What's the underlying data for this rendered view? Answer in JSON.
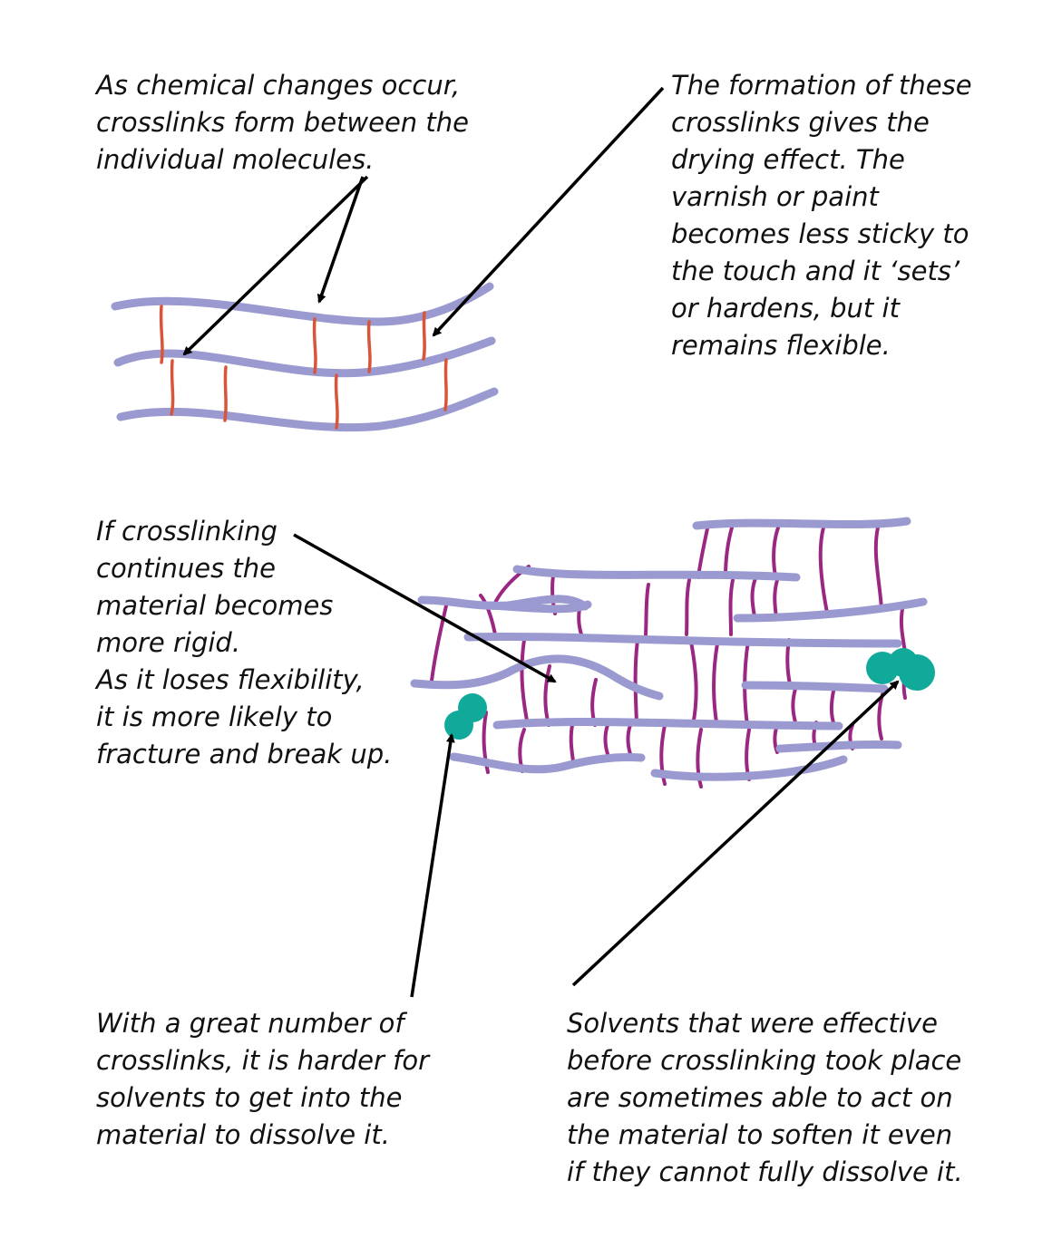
{
  "colors": {
    "molecule": "#9a9ad0",
    "crosslink_early": "#d9553a",
    "crosslink_dense": "#9a2882",
    "solvent": "#11a99a",
    "arrow": "#000000"
  },
  "captions": {
    "crosslinks_form": "As chemical changes occur,\ncrosslinks form between the\nindividual molecules.",
    "drying_effect": "The formation of these\ncrosslinks gives the\ndrying effect. The\nvarnish or paint\nbecomes less sticky to\nthe touch and it ‘sets’\nor hardens, but it\nremains flexible.",
    "more_rigid": "If crosslinking\ncontinues the\nmaterial becomes\nmore rigid.\nAs it loses flexibility,\nit is more likely to\nfracture and break up.",
    "harder_to_dissolve": "With a great number of\ncrosslinks, it is harder for\nsolvents to get into the\nmaterial to dissolve it.",
    "solvents_soften": "Solvents that were effective\nbefore crosslinking took place\nare sometimes able to act on\nthe material to soften it even\nif they cannot fully dissolve it."
  }
}
